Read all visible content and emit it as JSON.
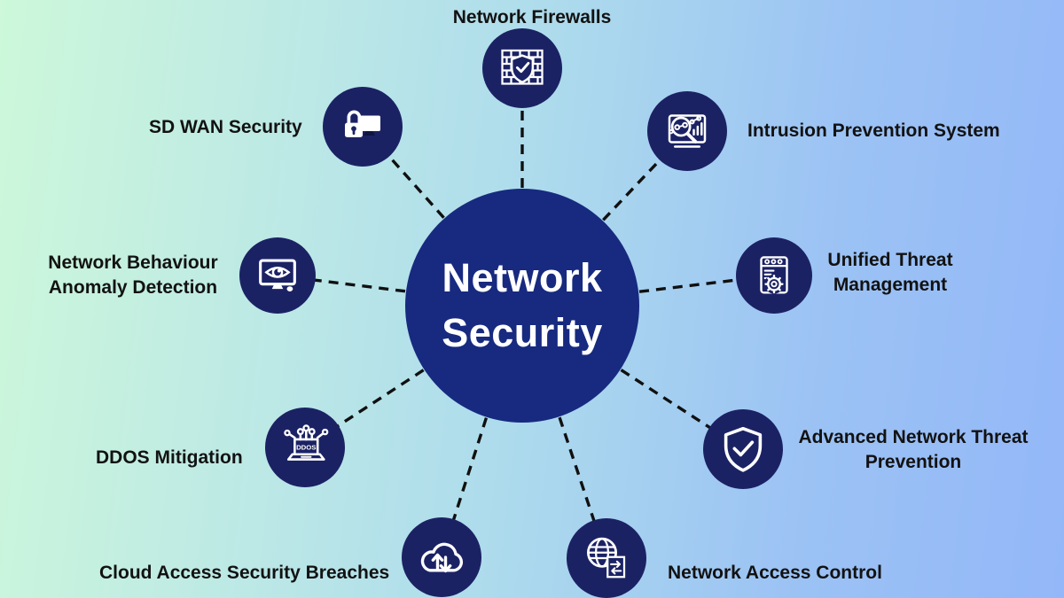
{
  "title": "Network Security",
  "center": {
    "line1": "Network",
    "line2": "Security"
  },
  "colors": {
    "background_left": "#cdf8da",
    "background_right": "#93b7f8",
    "center_circle": "#172a80",
    "node_circle": "#1b2264",
    "connector_line": "#101010",
    "label_text": "#121212",
    "icon_stroke": "#ffffff"
  },
  "nodes": [
    {
      "label": "Network Firewalls",
      "icon": "firewall-shield-icon"
    },
    {
      "label": "Intrusion Prevention System",
      "icon": "magnifier-analytics-icon"
    },
    {
      "label": "Unified Threat Management",
      "icon": "browser-gear-icon"
    },
    {
      "label": "Advanced Network Threat Prevention",
      "icon": "shield-check-icon"
    },
    {
      "label": "Network Access Control",
      "icon": "globe-document-icon"
    },
    {
      "label": "Cloud Access Security Breaches",
      "icon": "cloud-arrows-icon"
    },
    {
      "label": "DDOS Mitigation",
      "icon": "ddos-laptop-icon",
      "icon_text": "DDOS"
    },
    {
      "label": "Network Behaviour Anomaly Detection",
      "icon": "eye-monitor-icon"
    },
    {
      "label": "SD WAN Security",
      "icon": "lock-monitor-icon"
    }
  ]
}
